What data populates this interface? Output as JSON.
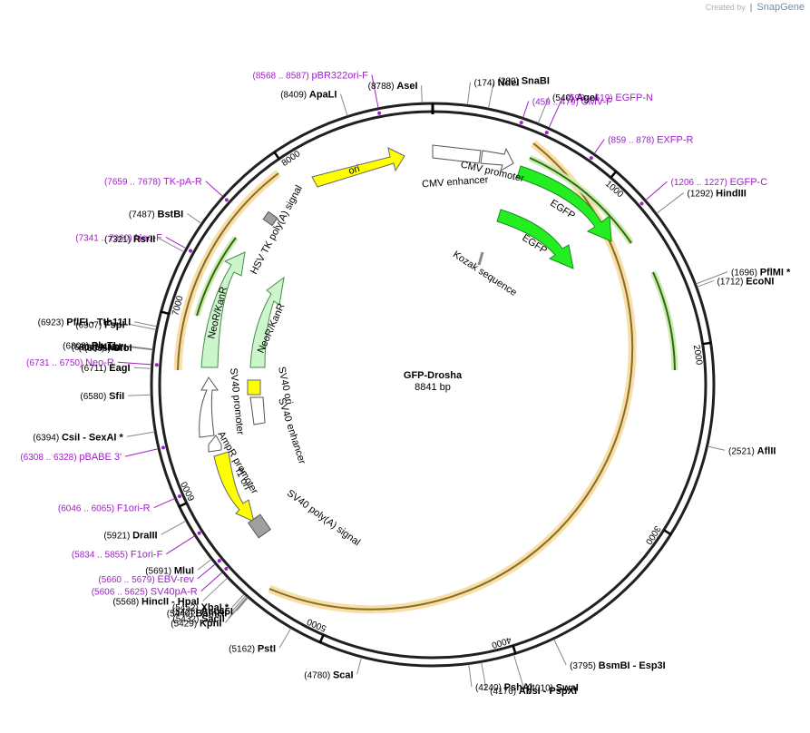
{
  "header": {
    "created_by": "Created by",
    "brand": "SnapGene"
  },
  "plasmid": {
    "name": "GFP-Drosha",
    "length_text": "8841 bp",
    "length": 8841
  },
  "ticks": [
    {
      "label": "1000",
      "pos": 1000
    },
    {
      "label": "2000",
      "pos": 2000
    },
    {
      "label": "3000",
      "pos": 3000
    },
    {
      "label": "4000",
      "pos": 4000
    },
    {
      "label": "5000",
      "pos": 5000
    },
    {
      "label": "6000",
      "pos": 6000
    },
    {
      "label": "7000",
      "pos": 7000
    },
    {
      "label": "8000",
      "pos": 8000
    }
  ],
  "site_labels": [
    {
      "pos": 8788,
      "coord": "(8788)",
      "name": "AseI",
      "kind": "enzyme"
    },
    {
      "pos": 174,
      "coord": "(174)",
      "name": "NdeI",
      "kind": "enzyme"
    },
    {
      "pos": 280,
      "coord": "(280)",
      "name": "SnaBI",
      "kind": "enzyme"
    },
    {
      "pos": 8568,
      "coord": "(8568 .. 8587)",
      "name": "pBR322ori-F",
      "kind": "primer"
    },
    {
      "pos": 459,
      "coord": "(459 .. 479)",
      "name": "CMV-F",
      "kind": "primer"
    },
    {
      "pos": 8409,
      "coord": "(8409)",
      "name": "ApaLI",
      "kind": "enzyme"
    },
    {
      "pos": 540,
      "coord": "(540)",
      "name": "AgeI",
      "kind": "enzyme"
    },
    {
      "pos": 598,
      "coord": "(598 .. 619)",
      "name": "EGFP-N",
      "kind": "primer"
    },
    {
      "pos": 859,
      "coord": "(859 .. 878)",
      "name": "EXFP-R",
      "kind": "primer"
    },
    {
      "pos": 7659,
      "coord": "(7659 .. 7678)",
      "name": "TK-pA-R",
      "kind": "primer"
    },
    {
      "pos": 1206,
      "coord": "(1206 .. 1227)",
      "name": "EGFP-C",
      "kind": "primer"
    },
    {
      "pos": 1292,
      "coord": "(1292)",
      "name": "HindIII",
      "kind": "enzyme"
    },
    {
      "pos": 7487,
      "coord": "(7487)",
      "name": "BstBI",
      "kind": "enzyme"
    },
    {
      "pos": 7341,
      "coord": "(7341 .. 7360)",
      "name": "Neo-F",
      "kind": "primer"
    },
    {
      "pos": 7321,
      "coord": "(7321)",
      "name": "RsrII",
      "kind": "enzyme"
    },
    {
      "pos": 1696,
      "coord": "(1696)",
      "name": "PflMI *",
      "kind": "enzyme"
    },
    {
      "pos": 1712,
      "coord": "(1712)",
      "name": "EcoNI",
      "kind": "enzyme"
    },
    {
      "pos": 6923,
      "coord": "(6923)",
      "name": "PflFI",
      "name2": "Tth111I",
      "kind": "enzyme"
    },
    {
      "pos": 6907,
      "coord": "(6907)",
      "name": "FspI",
      "kind": "enzyme"
    },
    {
      "pos": 6808,
      "coord": "(6808)",
      "name": "PluTI",
      "kind": "enzyme"
    },
    {
      "pos": 6806,
      "coord": "(6806)",
      "name": "SfoI",
      "kind": "enzyme"
    },
    {
      "pos": 6805,
      "coord": "(6805)",
      "name": "NarI",
      "kind": "enzyme"
    },
    {
      "pos": 6804,
      "coord": "(6804)",
      "name": "KasI",
      "kind": "enzyme"
    },
    {
      "pos": 6731,
      "coord": "(6731 .. 6750)",
      "name": "Neo-R",
      "kind": "primer"
    },
    {
      "pos": 6711,
      "coord": "(6711)",
      "name": "EagI",
      "kind": "enzyme"
    },
    {
      "pos": 6580,
      "coord": "(6580)",
      "name": "SfiI",
      "kind": "enzyme"
    },
    {
      "pos": 6394,
      "coord": "(6394)",
      "name": "CsiI",
      "name2": "SexAI *",
      "kind": "enzyme"
    },
    {
      "pos": 6308,
      "coord": "(6308 .. 6328)",
      "name": "pBABE 3'",
      "kind": "primer"
    },
    {
      "pos": 2521,
      "coord": "(2521)",
      "name": "AflII",
      "kind": "enzyme"
    },
    {
      "pos": 6046,
      "coord": "(6046 .. 6065)",
      "name": "F1ori-R",
      "kind": "primer"
    },
    {
      "pos": 5921,
      "coord": "(5921)",
      "name": "DraIII",
      "kind": "enzyme"
    },
    {
      "pos": 5834,
      "coord": "(5834 .. 5855)",
      "name": "F1ori-F",
      "kind": "primer"
    },
    {
      "pos": 5691,
      "coord": "(5691)",
      "name": "MluI",
      "kind": "enzyme"
    },
    {
      "pos": 5660,
      "coord": "(5660 .. 5679)",
      "name": "EBV-rev",
      "kind": "primer"
    },
    {
      "pos": 5606,
      "coord": "(5606 .. 5625)",
      "name": "SV40pA-R",
      "kind": "primer"
    },
    {
      "pos": 5568,
      "coord": "(5568)",
      "name": "HincII",
      "name2": "HpaI",
      "kind": "enzyme"
    },
    {
      "pos": 5452,
      "coord": "(5452)",
      "name": "XbaI *",
      "kind": "enzyme"
    },
    {
      "pos": 5440,
      "coord": "(5440)",
      "name": "BamHI",
      "kind": "enzyme"
    },
    {
      "pos": 5432,
      "coord": "(5432)",
      "name": "SacII",
      "kind": "enzyme"
    },
    {
      "pos": 5429,
      "coord": "(5429)",
      "name": "KpnI",
      "kind": "enzyme"
    },
    {
      "pos": 5425,
      "coord": "(5425)",
      "name": "Acc65I",
      "kind": "enzyme"
    },
    {
      "pos": 5162,
      "coord": "(5162)",
      "name": "PstI",
      "kind": "enzyme"
    },
    {
      "pos": 3795,
      "coord": "(3795)",
      "name": "BsmBI",
      "name2": "Esp3I",
      "kind": "enzyme"
    },
    {
      "pos": 4010,
      "coord": "(4010)",
      "name": "SwaI",
      "kind": "enzyme"
    },
    {
      "pos": 4780,
      "coord": "(4780)",
      "name": "ScaI",
      "kind": "enzyme"
    },
    {
      "pos": 4240,
      "coord": "(4240)",
      "name": "PshAI",
      "kind": "enzyme"
    },
    {
      "pos": 4176,
      "coord": "(4176)",
      "name": "AbsI",
      "name2": "PspXI",
      "kind": "enzyme"
    }
  ],
  "features": [
    {
      "label": "ori",
      "kind": "origin"
    },
    {
      "label": "CMV promoter",
      "kind": "promoter"
    },
    {
      "label": "CMV enhancer",
      "kind": "enhancer"
    },
    {
      "label": "EGFP",
      "kind": "cds-outer"
    },
    {
      "label": "EGFP",
      "kind": "cds-inner"
    },
    {
      "label": "Kozak sequence",
      "kind": "misc"
    },
    {
      "label": "HSV TK poly(A) signal",
      "kind": "polyA"
    },
    {
      "label": "NeoR/KanR",
      "kind": "cds-outer"
    },
    {
      "label": "NeoR/KanR",
      "kind": "cds-inner"
    },
    {
      "label": "SV40 ori",
      "kind": "origin"
    },
    {
      "label": "SV40 enhancer",
      "kind": "enhancer"
    },
    {
      "label": "SV40 promoter",
      "kind": "promoter"
    },
    {
      "label": "AmpR promoter",
      "kind": "promoter"
    },
    {
      "label": "f1 ori",
      "kind": "origin"
    },
    {
      "label": "SV40 poly(A) signal",
      "kind": "polyA"
    }
  ],
  "colors": {
    "enzyme": "#000000",
    "primer": "#a020c8",
    "ori": "#ffff00",
    "egfp": "#22ee22",
    "neo": "#ccf5cc",
    "orange_cds": "#f0c070",
    "grey_polyA": "#a0a0a0"
  }
}
